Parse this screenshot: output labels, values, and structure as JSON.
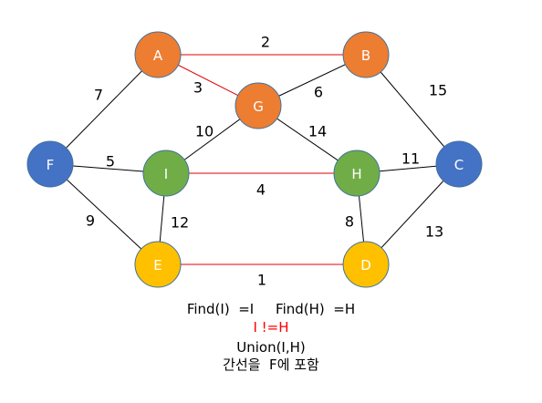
{
  "colors": {
    "orange": "#ED7D31",
    "blue": "#4472C4",
    "green": "#70AD47",
    "yellow": "#FFC000",
    "node_outline": "#41719C",
    "edge": "#000000",
    "selected_edge": "#E00000",
    "highlight_text": "#FF0000"
  },
  "nodes": [
    {
      "id": "A",
      "label": "A",
      "color": "orange"
    },
    {
      "id": "B",
      "label": "B",
      "color": "orange"
    },
    {
      "id": "G",
      "label": "G",
      "color": "orange"
    },
    {
      "id": "F",
      "label": "F",
      "color": "blue"
    },
    {
      "id": "I",
      "label": "I",
      "color": "green"
    },
    {
      "id": "H",
      "label": "H",
      "color": "green"
    },
    {
      "id": "C",
      "label": "C",
      "color": "blue"
    },
    {
      "id": "E",
      "label": "E",
      "color": "yellow"
    },
    {
      "id": "D",
      "label": "D",
      "color": "yellow"
    }
  ],
  "edges": [
    {
      "from": "A",
      "to": "B",
      "weight": "2",
      "selected": true
    },
    {
      "from": "A",
      "to": "G",
      "weight": "3",
      "selected": true
    },
    {
      "from": "A",
      "to": "F",
      "weight": "7",
      "selected": false
    },
    {
      "from": "B",
      "to": "G",
      "weight": "6",
      "selected": false
    },
    {
      "from": "B",
      "to": "C",
      "weight": "15",
      "selected": false
    },
    {
      "from": "G",
      "to": "I",
      "weight": "10",
      "selected": false
    },
    {
      "from": "G",
      "to": "H",
      "weight": "14",
      "selected": false
    },
    {
      "from": "F",
      "to": "I",
      "weight": "5",
      "selected": false
    },
    {
      "from": "F",
      "to": "E",
      "weight": "9",
      "selected": false
    },
    {
      "from": "I",
      "to": "H",
      "weight": "4",
      "selected": true
    },
    {
      "from": "I",
      "to": "E",
      "weight": "12",
      "selected": false
    },
    {
      "from": "H",
      "to": "C",
      "weight": "11",
      "selected": false
    },
    {
      "from": "H",
      "to": "D",
      "weight": "8",
      "selected": false
    },
    {
      "from": "C",
      "to": "D",
      "weight": "13",
      "selected": false
    },
    {
      "from": "E",
      "to": "D",
      "weight": "1",
      "selected": true
    }
  ],
  "caption": {
    "line1": "Find(I)  =I     Find(H)  =H",
    "line2": "I !=H",
    "line3": "Union(I,H)",
    "line4": "간선을  F에 포함"
  }
}
